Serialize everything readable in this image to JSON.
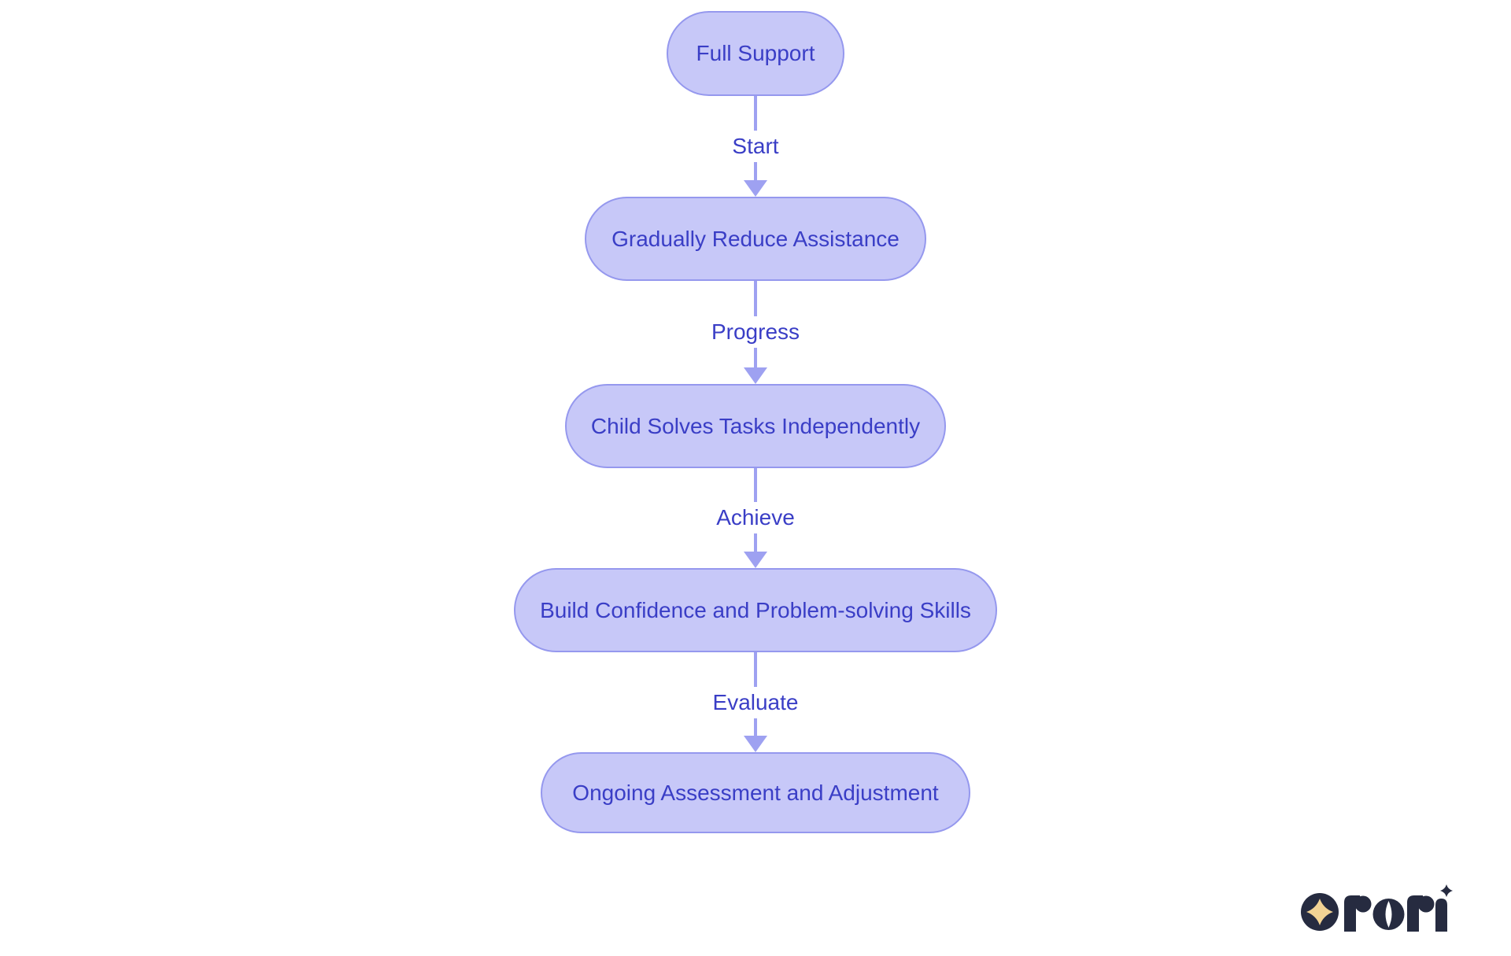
{
  "page": {
    "background": "#ffffff"
  },
  "diagram": {
    "type": "flowchart",
    "direction": "top-down",
    "nodes": [
      {
        "id": "n1",
        "label": "Full Support"
      },
      {
        "id": "n2",
        "label": "Gradually Reduce Assistance"
      },
      {
        "id": "n3",
        "label": "Child Solves Tasks Independently"
      },
      {
        "id": "n4",
        "label": "Build Confidence and Problem-solving Skills"
      },
      {
        "id": "n5",
        "label": "Ongoing Assessment and Adjustment"
      }
    ],
    "edges": [
      {
        "from": "n1",
        "to": "n2",
        "label": "Start"
      },
      {
        "from": "n2",
        "to": "n3",
        "label": "Progress"
      },
      {
        "from": "n3",
        "to": "n4",
        "label": "Achieve"
      },
      {
        "from": "n4",
        "to": "n5",
        "label": "Evaluate"
      }
    ],
    "colors": {
      "node_fill": "#c7c8f8",
      "node_border": "#9598ee",
      "node_text": "#3a3ec6",
      "edge_line": "#9ea1f1",
      "edge_label_text": "#3a3ec6",
      "background": "#ffffff"
    }
  },
  "branding": {
    "logo_text": "rori",
    "logo_icon": "four-point-star-in-circle",
    "logo_color": "#262b40",
    "star_color": "#f2d394"
  }
}
